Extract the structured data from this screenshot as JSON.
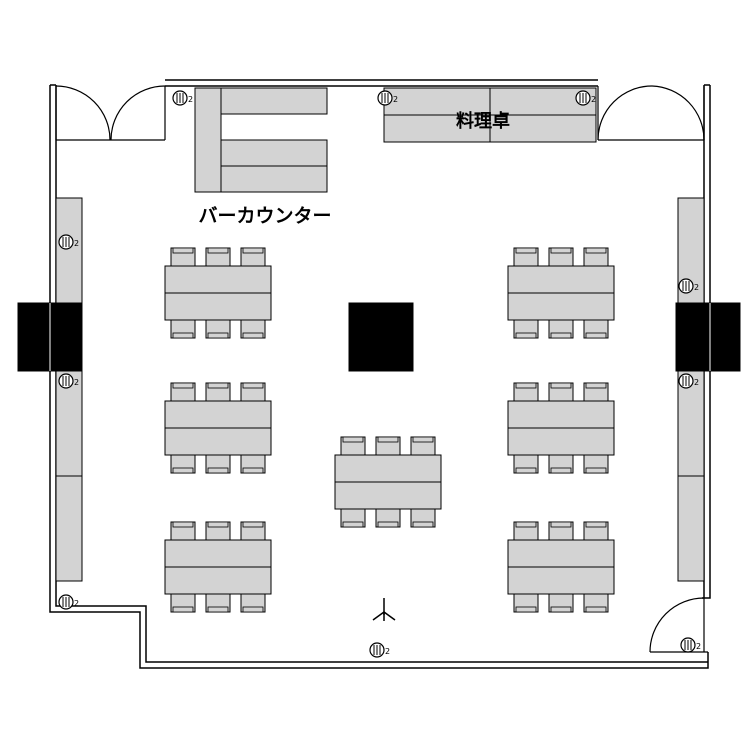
{
  "labels": {
    "kitchen_table": "料理卓",
    "bar_counter": "バーカウンター"
  },
  "outlet_mark": "2",
  "colors": {
    "furniture_fill": "#d3d3d3",
    "pillar_fill": "#000000",
    "line": "#000000",
    "background": "#ffffff"
  },
  "icons": {
    "outlet": "floor-outlet-icon",
    "speaker": "tripod-speaker-icon",
    "door": "door-swing-icon",
    "chair": "chair-icon"
  }
}
